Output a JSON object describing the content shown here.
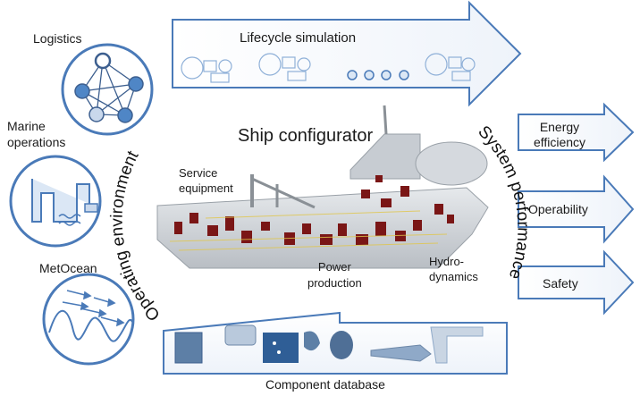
{
  "left": {
    "logistics": "Logistics",
    "marine_line1": "Marine",
    "marine_line2": "operations",
    "metocean": "MetOcean",
    "operating_environment": "Operating environment"
  },
  "top": {
    "lifecycle": "Lifecycle simulation"
  },
  "center": {
    "title": "Ship configurator",
    "service_line1": "Service",
    "service_line2": "equipment",
    "power_line1": "Power",
    "power_line2": "production",
    "hydro_line1": "Hydro-",
    "hydro_line2": "dynamics",
    "system_performance": "System performance"
  },
  "right": {
    "energy_line1": "Energy",
    "energy_line2": "efficiency",
    "operability": "Operability",
    "safety": "Safety"
  },
  "bottom": {
    "component_database": "Component database"
  },
  "colors": {
    "stroke": "#4a7ab8",
    "fill_light": "#dbe7f5",
    "node": "#4f86c6",
    "hull": "#cfd3d8",
    "equipment": "#7a1616"
  }
}
